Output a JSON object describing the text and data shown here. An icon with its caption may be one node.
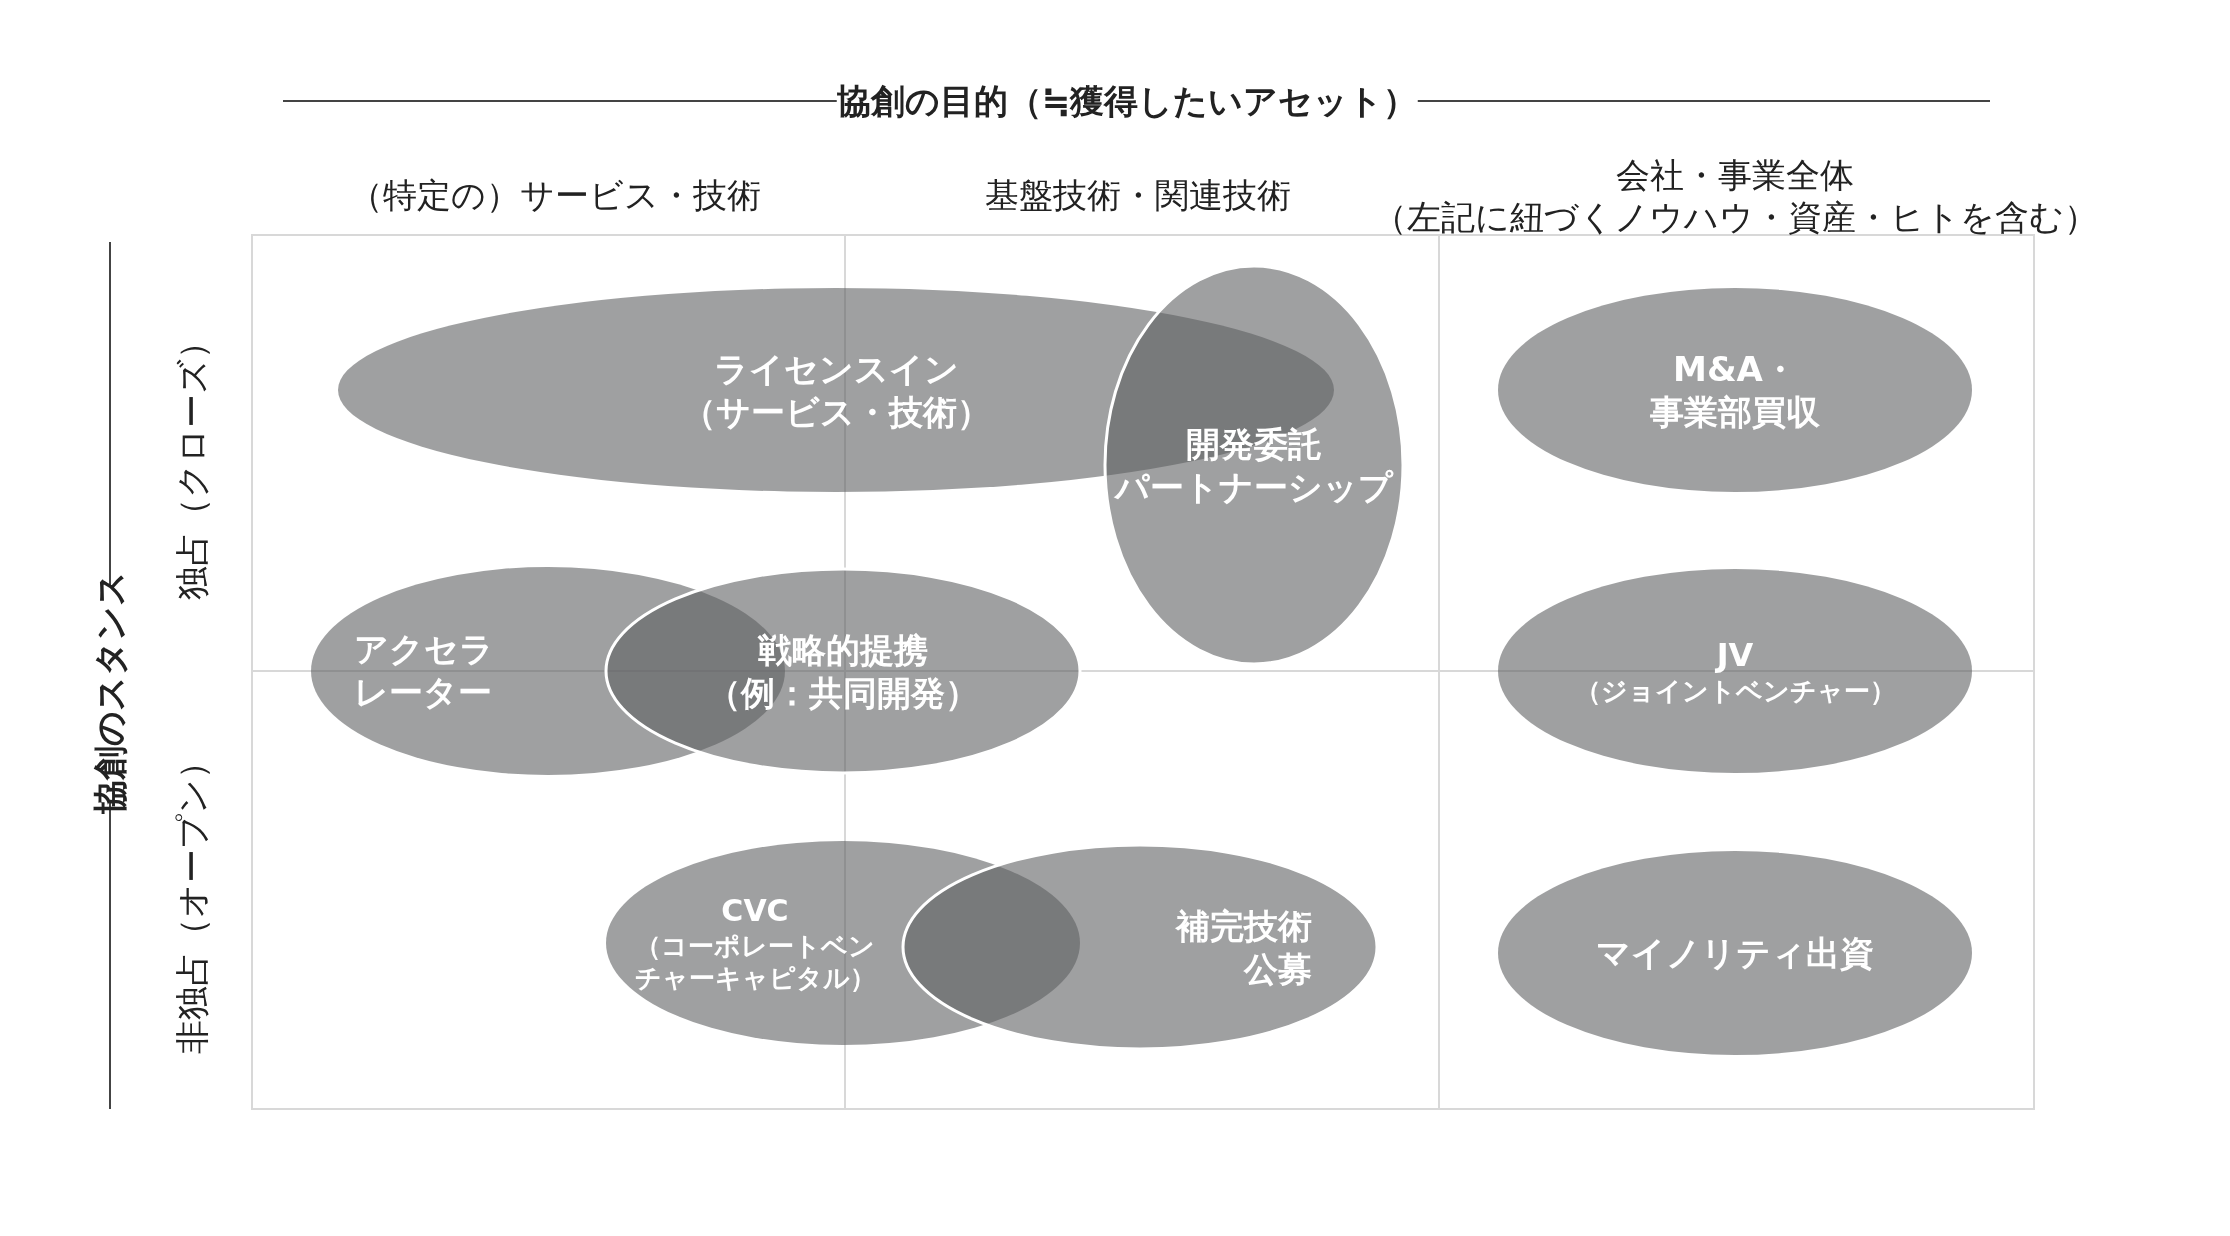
{
  "diagram": {
    "nodes": [
      {
        "text": [
          "ライセンスイン",
          "（サービス・技術）"
        ]
      },
      {
        "text": [
          "開発委託",
          "パートナーシップ"
        ]
      },
      {
        "text": [
          "M&A・",
          "事業部買収"
        ]
      },
      {
        "text": [
          "アクセラレーター"
        ]
      },
      {
        "text": [
          "戦略的提携",
          "（例：共同開発）"
        ]
      },
      {
        "text": [
          "JV",
          "（ジョイントベンチャー）"
        ]
      },
      {
        "text": [
          "CVC",
          "（コーポレートベンチャーキャピタル）"
        ]
      },
      {
        "text": [
          "補完技術公募"
        ]
      },
      {
        "text": [
          "マイノリティ出資"
        ]
      }
    ],
    "edges": [],
    "labels": [
      "協創の目的（≒獲得したいアセット）",
      "（特定の）サービス・技術",
      "基盤技術・関連技術",
      "会社・事業全体",
      "（左記に紐づくノウハウ・資産・ヒトを含む）",
      "協創のスタンス",
      "独占（クローズ）",
      "非独占（オープン）"
    ]
  }
}
